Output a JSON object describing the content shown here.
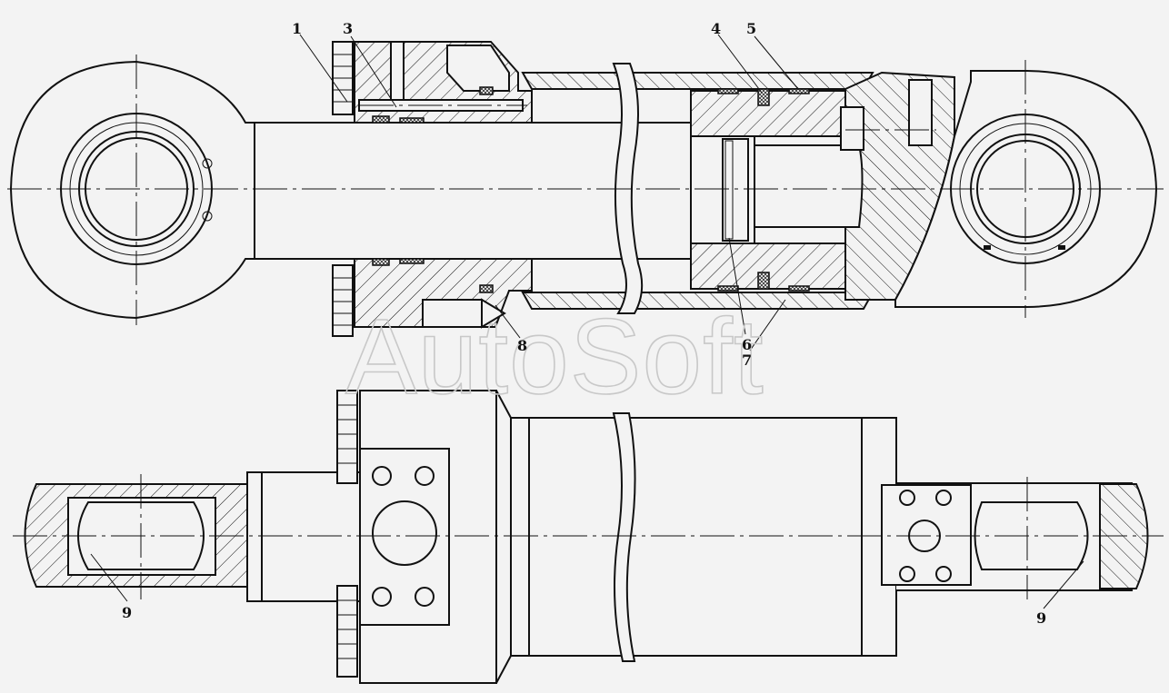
{
  "watermark": "AutoSoft",
  "callouts": {
    "c1": "1",
    "c3": "3",
    "c4": "4",
    "c5": "5",
    "c6": "6",
    "c7": "7",
    "c8": "8",
    "c9_left": "9",
    "c9_right": "9"
  },
  "colors": {
    "background": "#f3f3f3",
    "line": "#111111",
    "watermark": "#c8c8c8"
  }
}
